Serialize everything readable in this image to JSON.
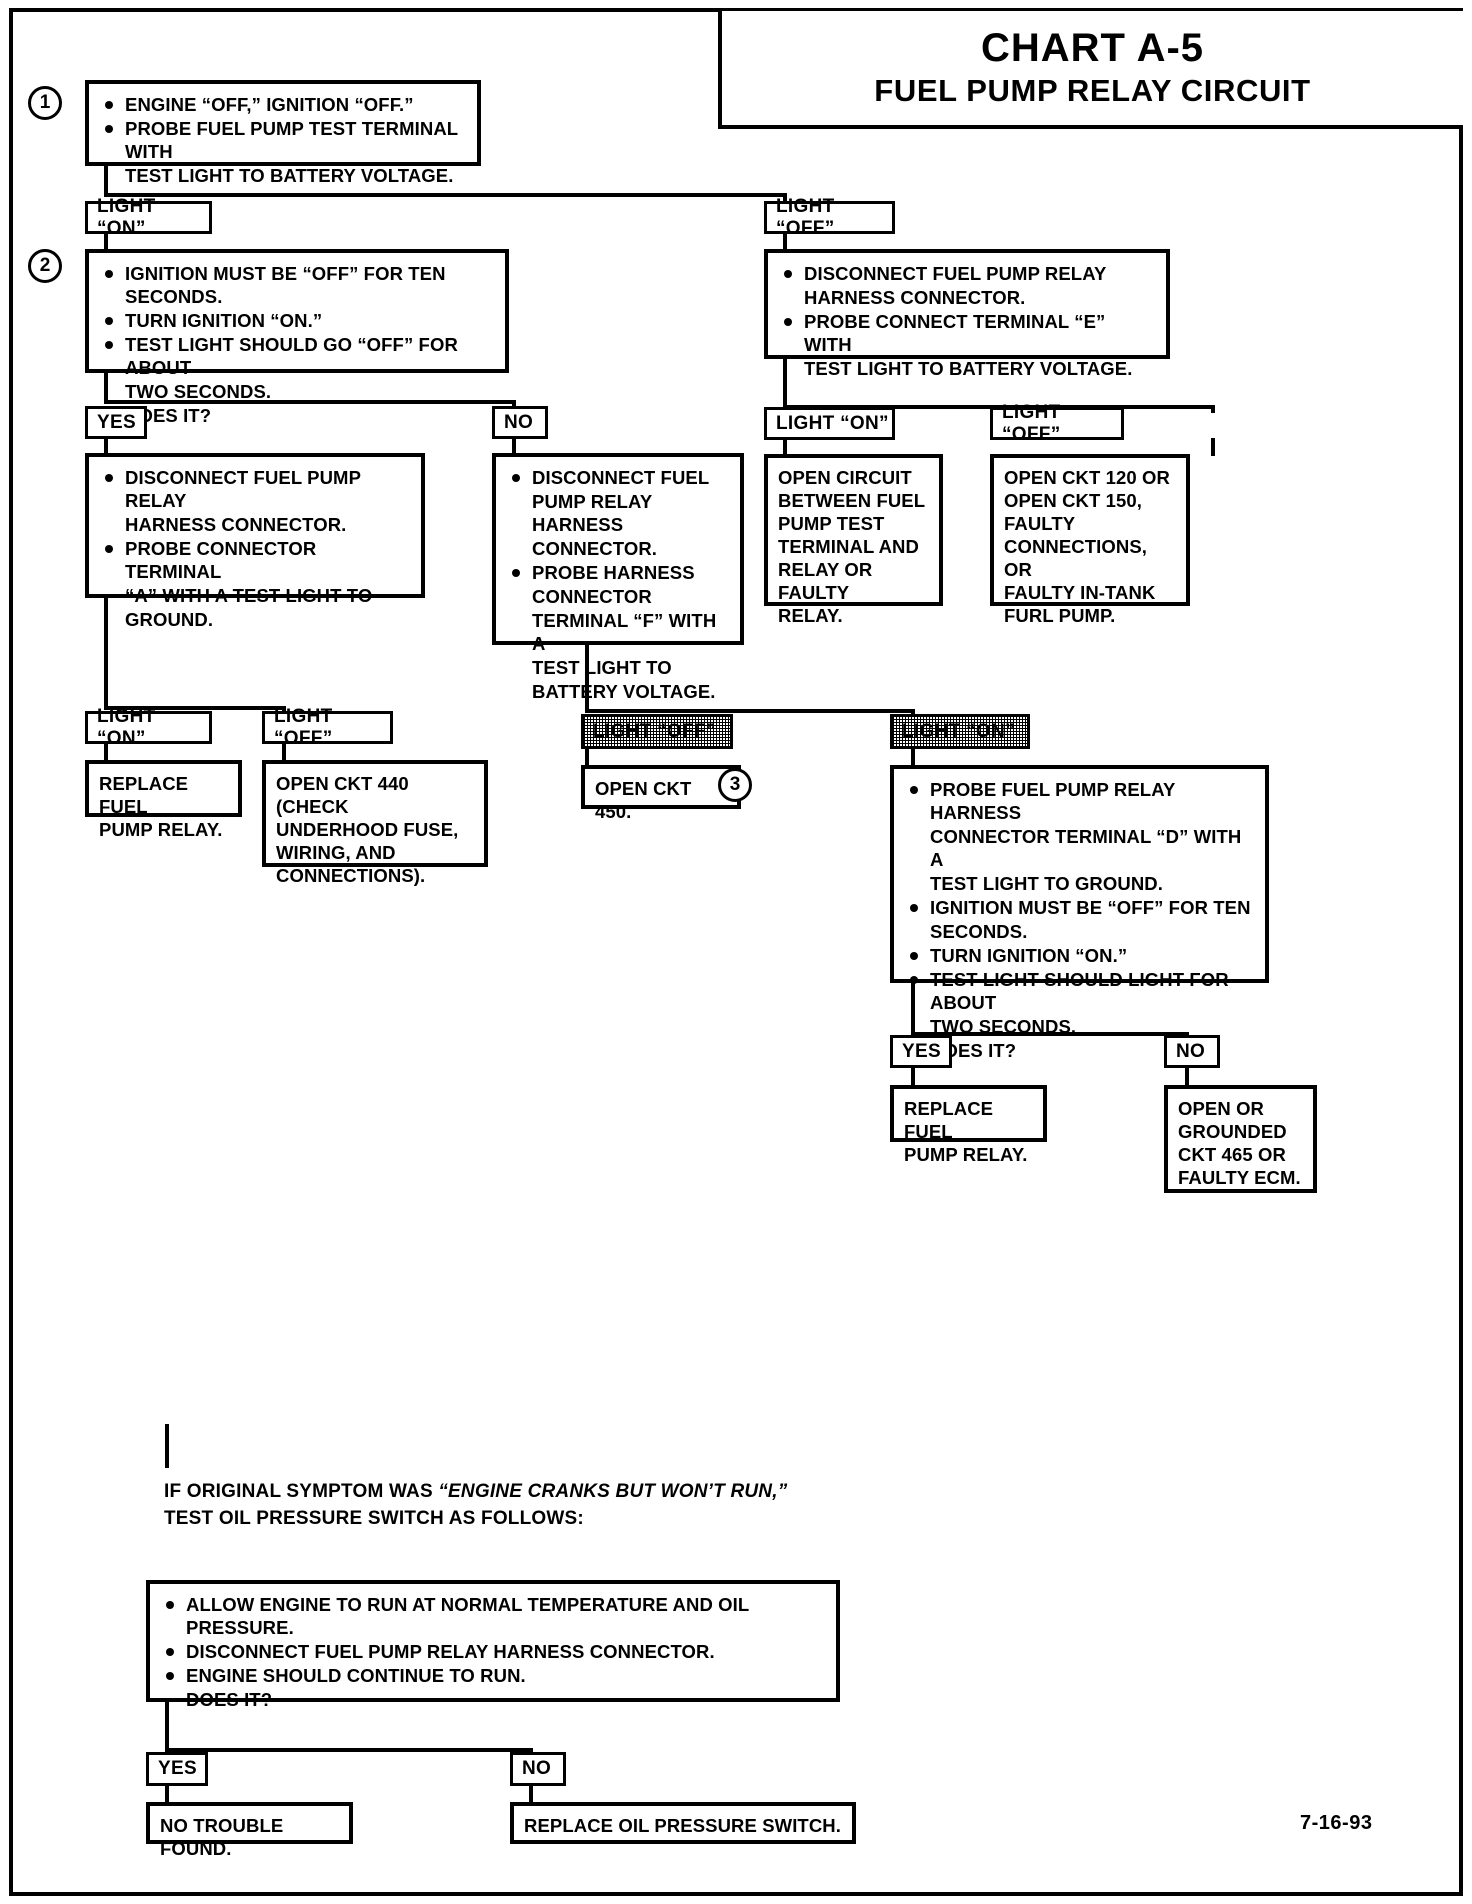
{
  "header": {
    "chart_id": "CHART A-5",
    "chart_title": "FUEL PUMP RELAY CIRCUIT"
  },
  "steps": {
    "one": "1",
    "two": "2",
    "three": "3"
  },
  "nodes": {
    "step1": {
      "lines": [
        "ENGINE “OFF,” IGNITION “OFF.”",
        "PROBE FUEL PUMP TEST TERMINAL WITH",
        "TEST LIGHT TO BATTERY VOLTAGE."
      ]
    },
    "light_on_1": "LIGHT “ON”",
    "light_off_1": "LIGHT “OFF”",
    "step2": {
      "lines": [
        "IGNITION MUST BE “OFF” FOR TEN SECONDS.",
        "TURN IGNITION “ON.”",
        "TEST LIGHT SHOULD GO “OFF” FOR ABOUT",
        "TWO SECONDS.",
        "DOES IT?"
      ]
    },
    "step2_right": {
      "lines": [
        "DISCONNECT FUEL PUMP RELAY",
        "HARNESS CONNECTOR.",
        "PROBE CONNECT TERMINAL “E” WITH",
        "TEST LIGHT TO BATTERY VOLTAGE."
      ]
    },
    "yes_1": "YES",
    "no_1": "NO",
    "light_on_2": "LIGHT “ON”",
    "light_off_2": "LIGHT “OFF”",
    "yes_branch": {
      "lines": [
        "DISCONNECT FUEL PUMP RELAY",
        "HARNESS CONNECTOR.",
        "PROBE CONNECTOR TERMINAL",
        "“A” WITH A TEST LIGHT TO",
        "GROUND."
      ]
    },
    "no_branch": {
      "lines": [
        "DISCONNECT FUEL",
        "PUMP RELAY HARNESS",
        "CONNECTOR.",
        "PROBE HARNESS",
        "CONNECTOR",
        "TERMINAL “F” WITH A",
        "TEST LIGHT TO",
        "BATTERY VOLTAGE."
      ]
    },
    "open_circuit_fuel": {
      "lines": [
        "OPEN CIRCUIT",
        "BETWEEN FUEL",
        "PUMP TEST",
        "TERMINAL AND",
        "RELAY OR FAULTY",
        "RELAY."
      ]
    },
    "open_ckt_120": {
      "lines": [
        "OPEN CKT 120 OR",
        "OPEN CKT 150,",
        "FAULTY",
        "CONNECTIONS, OR",
        "FAULTY IN-TANK",
        "FURL PUMP."
      ]
    },
    "light_on_3": "LIGHT “ON”",
    "light_off_3": "LIGHT “OFF”",
    "replace_relay_1": {
      "lines": [
        "REPLACE FUEL",
        "PUMP RELAY."
      ]
    },
    "open_ckt_440": {
      "lines": [
        "OPEN CKT 440 (CHECK",
        "UNDERHOOD FUSE,",
        "WIRING, AND",
        "CONNECTIONS)."
      ]
    },
    "light_off_shaded": "LIGHT “OFF”",
    "light_on_shaded": "LIGHT “ON”",
    "open_ckt_450": {
      "lines": [
        "OPEN CKT 450."
      ]
    },
    "step3": {
      "lines": [
        "PROBE FUEL PUMP RELAY HARNESS",
        "CONNECTOR TERMINAL “D” WITH A",
        "TEST LIGHT TO GROUND.",
        "IGNITION MUST BE “OFF” FOR TEN",
        "SECONDS.",
        "TURN IGNITION “ON.”",
        "TEST LIGHT SHOULD LIGHT FOR ABOUT",
        "TWO SECONDS.",
        "DOES IT?"
      ]
    },
    "yes_2": "YES",
    "no_2": "NO",
    "replace_relay_2": {
      "lines": [
        "REPLACE FUEL",
        "PUMP RELAY."
      ]
    },
    "open_grounded": {
      "lines": [
        "OPEN OR",
        "GROUNDED",
        "CKT 465 OR",
        "FAULTY ECM."
      ]
    }
  },
  "footer": {
    "note_line1_a": "IF ORIGINAL SYMPTOM WAS ",
    "note_line1_italic": "“ENGINE CRANKS BUT WON’T RUN,”",
    "note_line2": "TEST OIL PRESSURE SWITCH AS FOLLOWS:",
    "oil_test": {
      "lines": [
        "ALLOW ENGINE TO RUN AT NORMAL TEMPERATURE AND OIL PRESSURE.",
        "DISCONNECT FUEL PUMP RELAY HARNESS CONNECTOR.",
        "ENGINE SHOULD CONTINUE TO RUN.",
        "DOES IT?"
      ]
    },
    "yes_3": "YES",
    "no_3": "NO",
    "no_trouble": "NO TROUBLE FOUND.",
    "replace_switch": "REPLACE OIL PRESSURE SWITCH.",
    "date": "7-16-93"
  },
  "colors": {
    "ink": "#000000",
    "paper": "#ffffff"
  }
}
